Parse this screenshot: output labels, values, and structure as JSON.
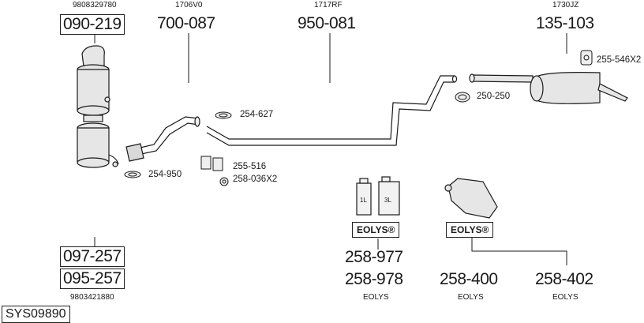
{
  "diagram": {
    "top_codes": {
      "dpf": "9808329780",
      "front_pipe": "1706V0",
      "middle_pipe": "1717RF",
      "rear_silencer": "1730JZ"
    },
    "part_numbers": {
      "dpf_top": "090-219",
      "front_pipe": "700-087",
      "middle_pipe": "950-081",
      "rear_silencer": "135-103",
      "dpf_bottom_1": "097-257",
      "dpf_bottom_2": "095-257",
      "additive_1": "258-977",
      "additive_2": "258-978",
      "additive_3": "258-400",
      "additive_4": "258-402"
    },
    "bottom_code": "9803421880",
    "fittings": {
      "clamp_front": "254-627",
      "clamp_dpf": "254-950",
      "mount_kit": "255-516",
      "gasket": "258-036X2",
      "clamp_rear": "250-250",
      "rubber_mount": "255-546X2"
    },
    "can_labels": {
      "small": "1L",
      "large": "3L"
    },
    "eolys_badge": "EOLYS®",
    "eolys_caption": "EOLYS",
    "system_code": "SYS09890"
  }
}
